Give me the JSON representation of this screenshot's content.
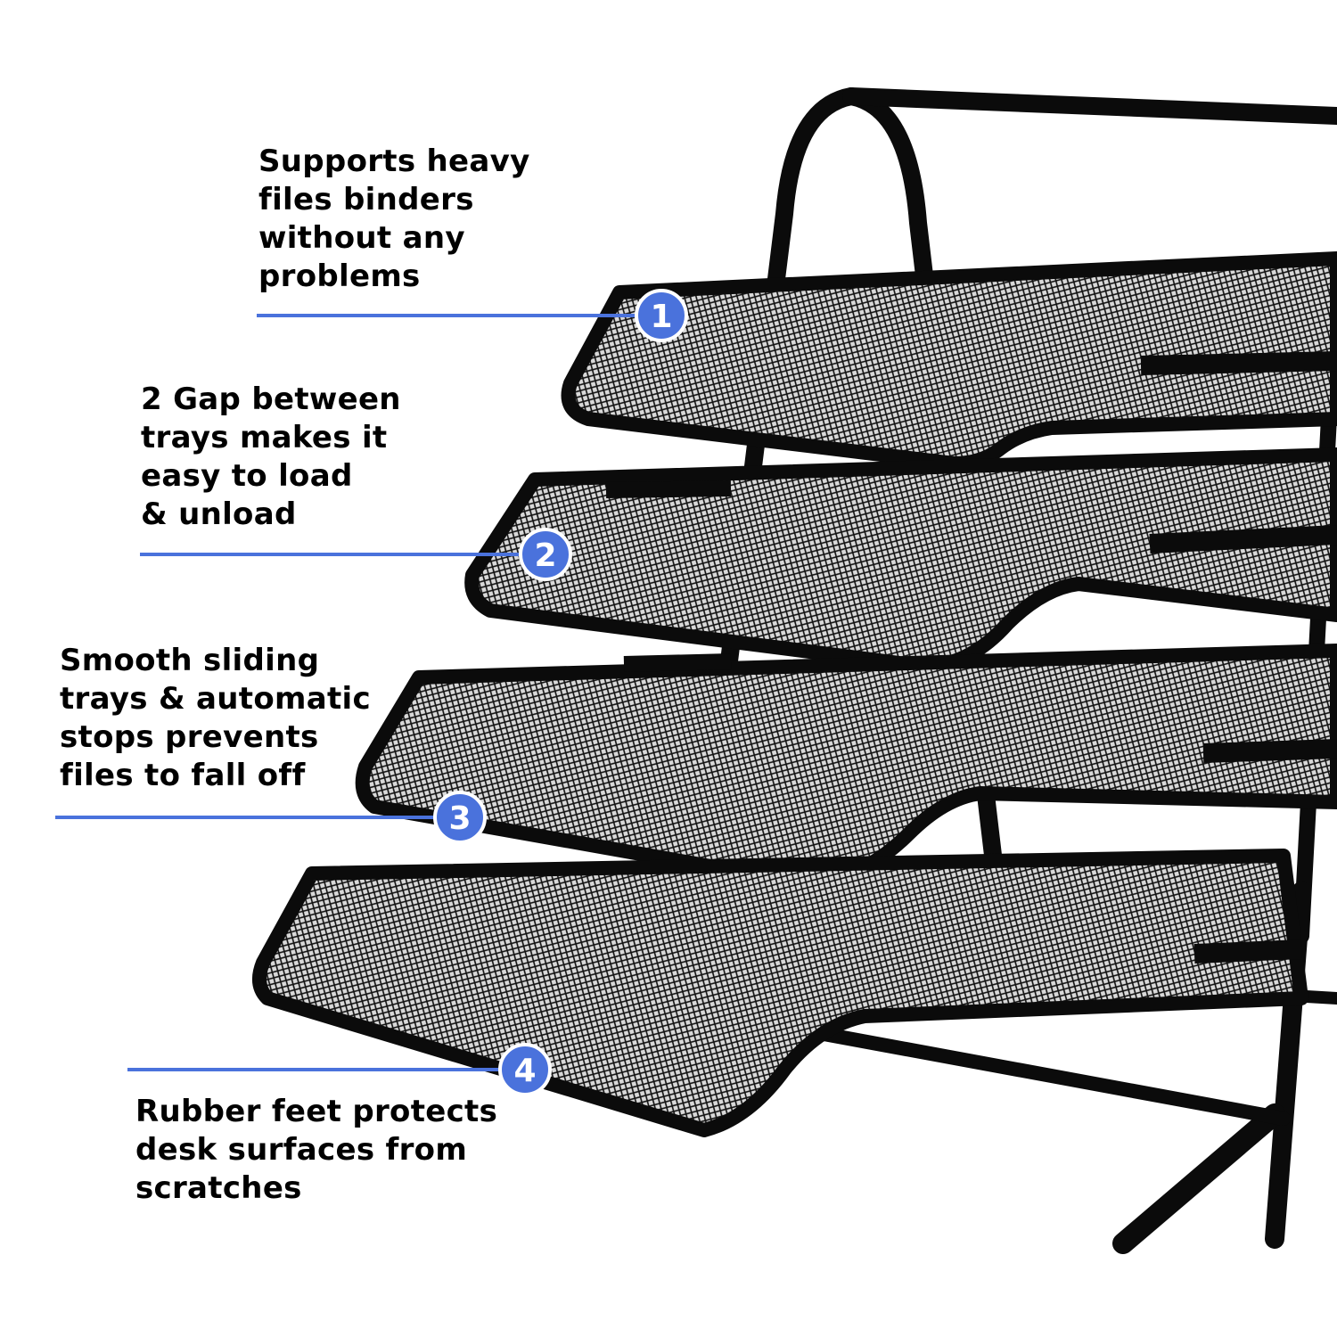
{
  "accent_color": "#4a72dc",
  "product_color": "#0b0b0b",
  "callouts": [
    {
      "number": "1",
      "lines": [
        "Supports heavy",
        "files binders",
        "without any",
        "problems"
      ]
    },
    {
      "number": "2",
      "lines": [
        "2 Gap between",
        "trays makes it",
        "easy to load",
        "& unload"
      ]
    },
    {
      "number": "3",
      "lines": [
        "Smooth sliding",
        "trays & automatic",
        "stops prevents",
        "files to fall off"
      ]
    },
    {
      "number": "4",
      "lines": [
        "Rubber feet protects",
        "desk surfaces from",
        "scratches"
      ]
    }
  ]
}
